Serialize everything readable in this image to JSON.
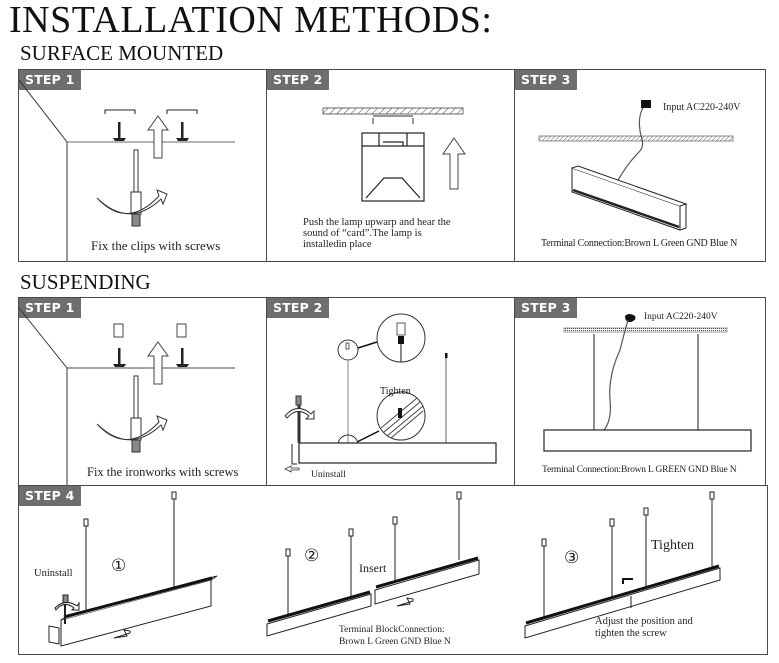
{
  "title": "INSTALLATION METHODS:",
  "sections": {
    "surface": {
      "heading": "SURFACE MOUNTED",
      "steps": [
        {
          "badge": "STEP 1",
          "caption": "Fix the clips with screws"
        },
        {
          "badge": "STEP 2",
          "caption_lines": [
            "Push the lamp upwarp and hear the",
            "sound of “card”.The lamp is",
            "installedin place"
          ]
        },
        {
          "badge": "STEP 3",
          "input_label": "Input  AC220-240V",
          "caption": "Terminal Connection:Brown L  Green GND Blue N"
        }
      ]
    },
    "suspending": {
      "heading": "SUSPENDING",
      "steps": [
        {
          "badge": "STEP 1",
          "caption": "Fix the ironworks with screws"
        },
        {
          "badge": "STEP 2",
          "tighten_label": "Tighten",
          "uninstall_label": "Uninstall"
        },
        {
          "badge": "STEP 3",
          "input_label": "Input  AC220-240V",
          "caption": "Terminal Connection:Brown L  GREEN GND Blue N"
        },
        {
          "badge": "STEP 4",
          "substeps": [
            {
              "number": "①",
              "label": "Uninstall"
            },
            {
              "number": "②",
              "label": "Insert",
              "caption_lines": [
                "Terminal BlockConnection:",
                "Brown L Green GND Blue N"
              ]
            },
            {
              "number": "③",
              "label": "Tighten",
              "caption_lines": [
                "Adjust the position and",
                "tighten the screw"
              ]
            }
          ]
        }
      ]
    }
  },
  "colors": {
    "badge_bg": "#6e6e6e",
    "badge_text": "#ffffff",
    "border": "#4a4a4a"
  }
}
